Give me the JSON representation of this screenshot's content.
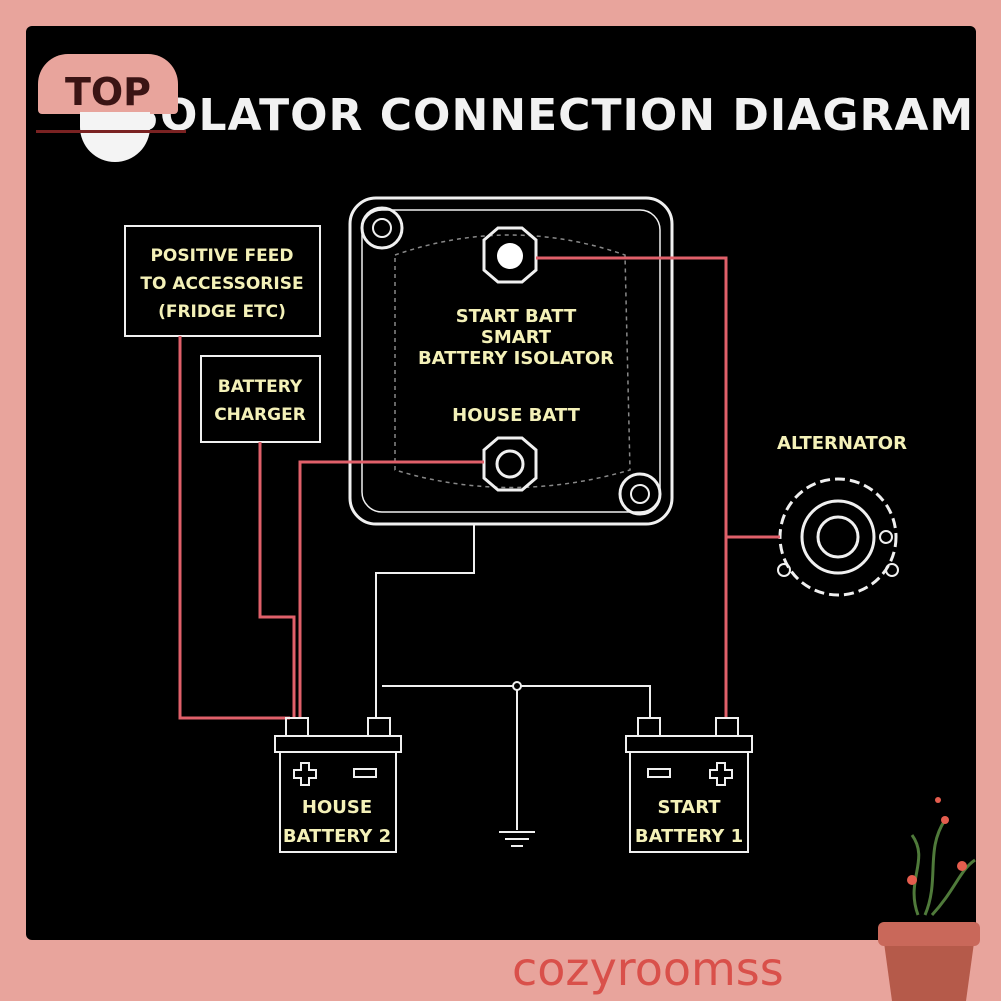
{
  "title": "ISOLATOR CONNECTION DIAGRAM",
  "badge": "TOP",
  "watermark": "cozyroomss",
  "isolator": {
    "line1": "START BATT",
    "line2": "SMART",
    "line3": "BATTERY ISOLATOR",
    "line4": "HOUSE BATT"
  },
  "accessory_box": [
    "POSITIVE FEED",
    "TO ACCESSORISE",
    "(FRIDGE ETC)"
  ],
  "charger_box": [
    "BATTERY",
    "CHARGER"
  ],
  "alternator_label": "ALTERNATOR",
  "house_battery": [
    "HOUSE",
    "BATTERY 2"
  ],
  "start_battery": [
    "START",
    "BATTERY 1"
  ],
  "colors": {
    "positive_wire": "#e0606a",
    "ground_wire": "#f0f0f0",
    "label_text": "#f4f1b8",
    "background": "#000000",
    "border": "#e8a49c"
  }
}
